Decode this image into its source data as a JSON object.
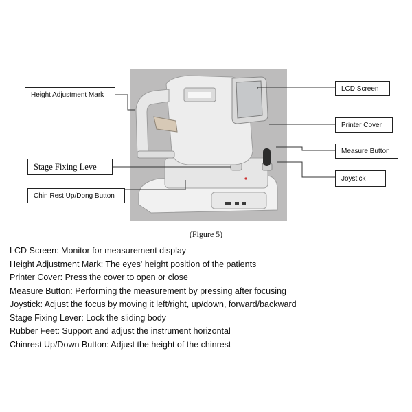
{
  "figure": {
    "labels": {
      "lcd_screen": "LCD Screen",
      "height_adjustment_mark": "Height Adjustment Mark",
      "printer_cover": "Printer Cover",
      "measure_button": "Measure Button",
      "stage_fixing_lever": "Stage Fixing Leve",
      "joystick": "Joystick",
      "chin_rest_button": "Chin Rest Up/Dong Button"
    },
    "caption": "(Figure 5)"
  },
  "legend": [
    "LCD Screen: Monitor for measurement display",
    "Height Adjustment Mark: The eyes' height position of the patients",
    "Printer Cover: Press the cover to open or close",
    "Measure Button: Performing the measurement by pressing after focusing",
    "Joystick: Adjust the focus by moving it left/right, up/down, forward/backward",
    "Stage Fixing Lever: Lock the sliding body",
    "Rubber Feet: Support and adjust the instrument horizontal",
    "Chinrest Up/Down Button: Adjust the height of the chinrest"
  ]
}
